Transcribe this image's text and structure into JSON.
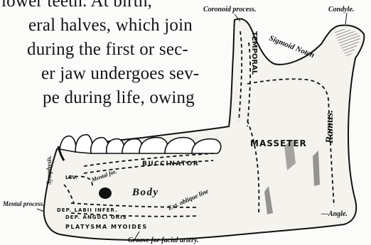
{
  "text_lines": [
    "lower teeth.  At birth,",
    "eral halves, which join",
    "during the first or sec-",
    "er jaw undergoes sev-",
    "pe during life, owing"
  ],
  "figure": {
    "labels": {
      "coronoid": "Coronoid process.",
      "condyle": "Condyle.",
      "sigmoid": "Sigmoid Notch",
      "temporal": "TEMPORAL",
      "masseter": "MASSETER",
      "ramus": "Ramus.",
      "buccinator": "BUCCINATOR",
      "symphysis": "Symphysis.",
      "levator": "LEV.",
      "mental_for": "Mental for.",
      "body": "Body",
      "ext_oblique": "Ext. oblique line",
      "mental_process": "Mental process.",
      "depressor_labii": "DEP. LABII INFER.",
      "depressor_anguli": "DEP. ANGULI ORIS",
      "platysma": "PLATYSMA MYOIDES",
      "groove": "Groove for facial artery.",
      "angle": "—Angle."
    }
  }
}
